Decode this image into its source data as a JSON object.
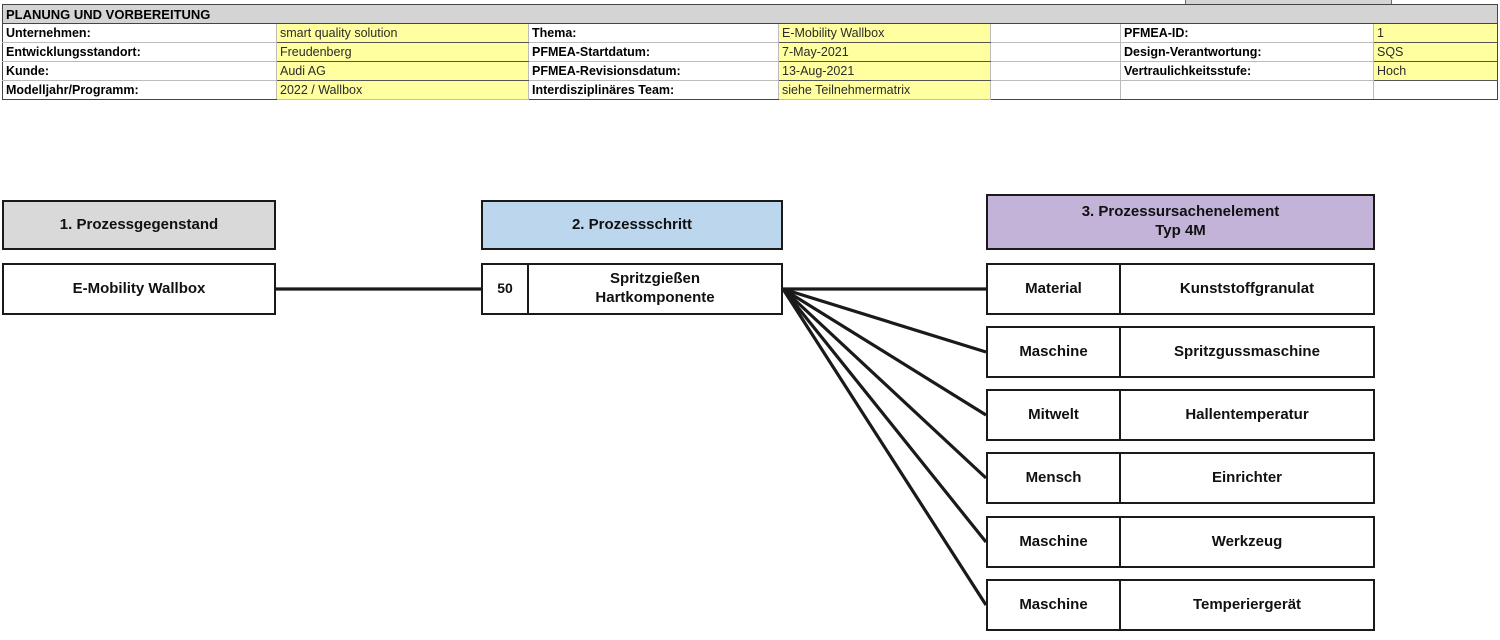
{
  "header": {
    "band_title": "PLANUNG UND VORBEREITUNG",
    "rows": [
      {
        "label_1": "Unternehmen:",
        "value_1": "smart quality solution",
        "label_2": "Thema:",
        "value_2": "E-Mobility Wallbox",
        "label_3": "PFMEA-ID:",
        "value_3": "1"
      },
      {
        "label_1": "Entwicklungsstandort:",
        "value_1": "Freudenberg",
        "label_2": "PFMEA-Startdatum:",
        "value_2": "7-May-2021",
        "label_3": "Design-Verantwortung:",
        "value_3": "SQS"
      },
      {
        "label_1": "Kunde:",
        "value_1": "Audi AG",
        "label_2": "PFMEA-Revisionsdatum:",
        "value_2": "13-Aug-2021",
        "label_3": "Vertraulichkeitsstufe:",
        "value_3": "Hoch"
      },
      {
        "label_1": "Modelljahr/Programm:",
        "value_1": "2022 / Wallbox",
        "label_2": "Interdisziplinäres Team:",
        "value_2": "siehe Teilnehmermatrix",
        "label_3": "",
        "value_3": ""
      }
    ]
  },
  "diagram": {
    "columns": {
      "process_object": {
        "caption": "1. Prozessgegenstand",
        "value": "E-Mobility Wallbox"
      },
      "process_step": {
        "caption": "2. Prozessschritt",
        "number": "50",
        "name": "Spritzgießen\nHartkomponente",
        "name_line1": "Spritzgießen",
        "name_line2": "Hartkomponente"
      },
      "cause_element": {
        "caption_line1": "3. Prozessursachenelement",
        "caption_line2": "Typ 4M",
        "items": [
          {
            "type": "Material",
            "name": "Kunststoffgranulat"
          },
          {
            "type": "Maschine",
            "name": "Spritzgussmaschine"
          },
          {
            "type": "Mitwelt",
            "name": "Hallentemperatur"
          },
          {
            "type": "Mensch",
            "name": "Einrichter"
          },
          {
            "type": "Maschine",
            "name": "Werkzeug"
          },
          {
            "type": "Maschine",
            "name": "Temperiergerät"
          }
        ]
      }
    }
  },
  "colors": {
    "header_band": "#d4d4d4",
    "value_highlight": "#ffffa0",
    "caption_object": "#d9d9d9",
    "caption_step": "#bcd7ed",
    "caption_cause": "#c3b3d9",
    "line": "#1a1a1a"
  }
}
